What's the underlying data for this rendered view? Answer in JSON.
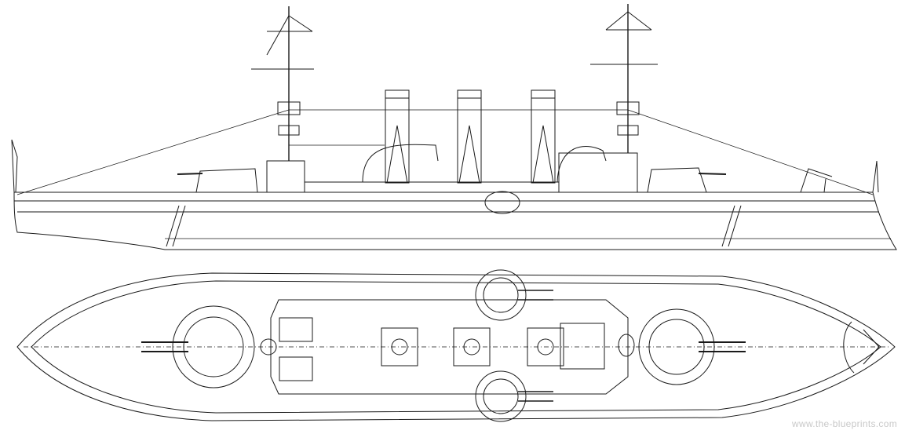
{
  "drawing": {
    "views": [
      "side-elevation",
      "top-plan"
    ],
    "line_color": "#1a1a1a",
    "background": "#ffffff"
  },
  "watermark": {
    "text": "www.the-blueprints.com",
    "color": "#c8c8c8"
  }
}
